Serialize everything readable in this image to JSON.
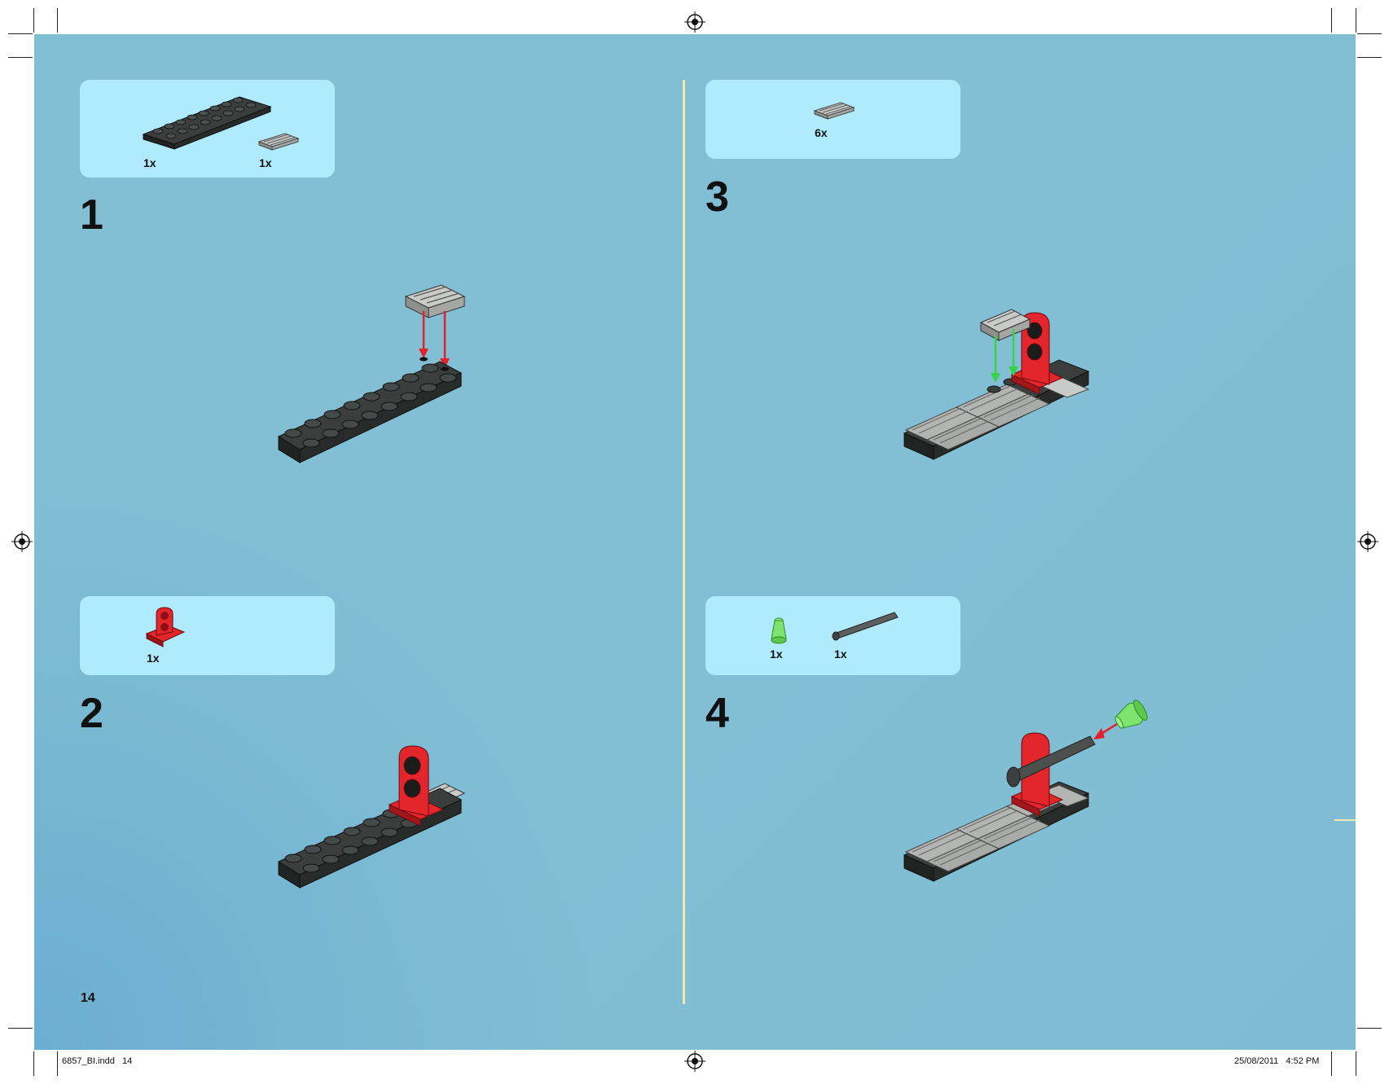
{
  "page_number": "14",
  "footer": {
    "file": "6857_BI.indd   14",
    "date": "25/08/2011   4:52 PM"
  },
  "steps": [
    {
      "number": "1",
      "parts": [
        {
          "qty": "1x",
          "part": "black-plate-2x8"
        },
        {
          "qty": "1x",
          "part": "grey-grille-tile-1x2"
        }
      ]
    },
    {
      "number": "2",
      "parts": [
        {
          "qty": "1x",
          "part": "red-technic-pin-bracket"
        }
      ]
    },
    {
      "number": "3",
      "parts": [
        {
          "qty": "6x",
          "part": "grey-grille-tile-1x2"
        }
      ]
    },
    {
      "number": "4",
      "parts": [
        {
          "qty": "1x",
          "part": "green-cone"
        },
        {
          "qty": "1x",
          "part": "dark-grey-axle"
        }
      ]
    }
  ],
  "colors": {
    "background": "#82bfd5",
    "parts_box": "#afebfd",
    "divider": "#f3e7b3",
    "arrow_red": "#e4202a",
    "arrow_green": "#36d247",
    "brick_black": "#2f3433",
    "brick_red": "#e3262c",
    "brick_grey": "#b3b5b2",
    "cone_green": "#7ee36f"
  }
}
